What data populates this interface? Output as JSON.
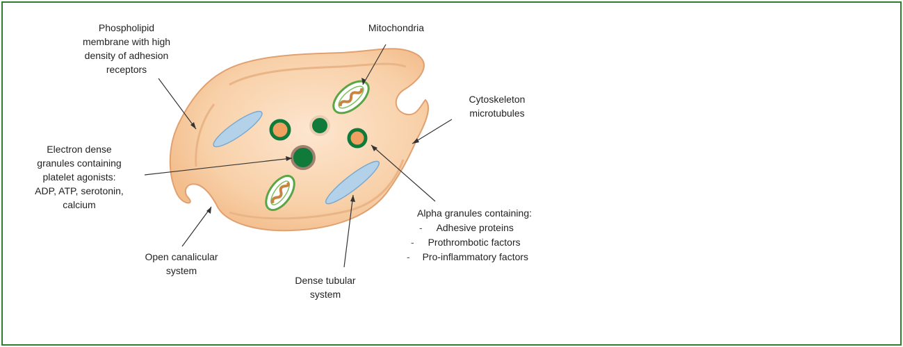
{
  "labels": {
    "phospholipid": [
      "Phospholipid",
      "membrane with high",
      "density of adhesion",
      "receptors"
    ],
    "mitochondria": "Mitochondria",
    "cytoskeleton": [
      "Cytoskeleton",
      "microtubules"
    ],
    "electron_dense": [
      "Electron dense",
      "granules containing",
      "platelet agonists:",
      "ADP, ATP, serotonin,",
      "calcium"
    ],
    "open_canalicular": [
      "Open canalicular",
      "system"
    ],
    "dense_tubular": [
      "Dense tubular",
      "system"
    ],
    "alpha_title": "Alpha granules containing:",
    "alpha_items": [
      "Adhesive proteins",
      "Prothrombotic factors",
      "Pro-inflammatory factors"
    ],
    "alpha_dash": "-"
  },
  "colors": {
    "frame": "#2e7d2e",
    "membrane_fill": "#f6c79c",
    "membrane_stroke": "#d88a50",
    "tubular": "#a9cbe6",
    "granule_green": "#0f7a3a",
    "granule_orange": "#f0a060",
    "mito_green": "#6ab04c"
  }
}
